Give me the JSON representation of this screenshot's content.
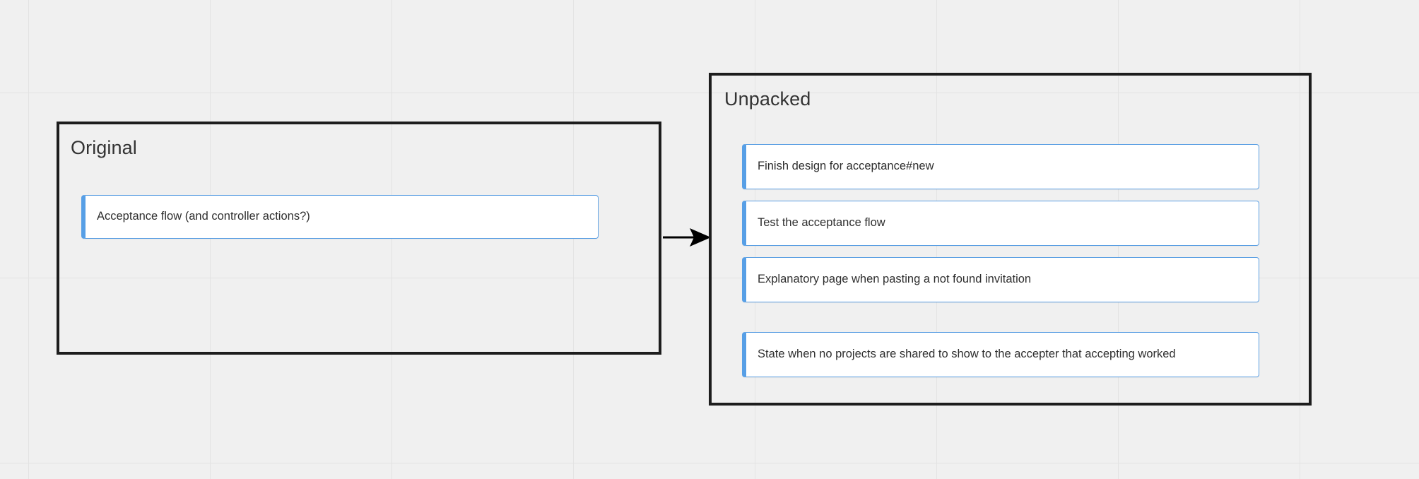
{
  "canvas": {
    "background_color": "#f0f0f0",
    "grid_line_color": "#e3e3e3",
    "grid_cell_width": 257,
    "grid_cell_height": 262
  },
  "accent_colors": {
    "card_border": "#5b9fe3",
    "card_accent_bar": "#579fe6",
    "frame_border": "#1d1d1d",
    "card_background": "#ffffff",
    "title_text": "#333333",
    "card_text": "#2e2e2e"
  },
  "frames": [
    {
      "id": "original",
      "title": "Original",
      "cards": [
        {
          "label": "Acceptance flow (and controller actions?)"
        }
      ]
    },
    {
      "id": "unpacked",
      "title": "Unpacked",
      "cards": [
        {
          "label": "Finish design for acceptance#new"
        },
        {
          "label": "Test the acceptance flow"
        },
        {
          "label": "Explanatory page when pasting a not found invitation"
        },
        {
          "label": "State when no projects are shared to show to the accepter that accepting worked"
        }
      ]
    }
  ],
  "connector": {
    "icon": "arrow-right-icon",
    "from_frame": "original",
    "to_frame": "unpacked",
    "color": "#000000"
  }
}
